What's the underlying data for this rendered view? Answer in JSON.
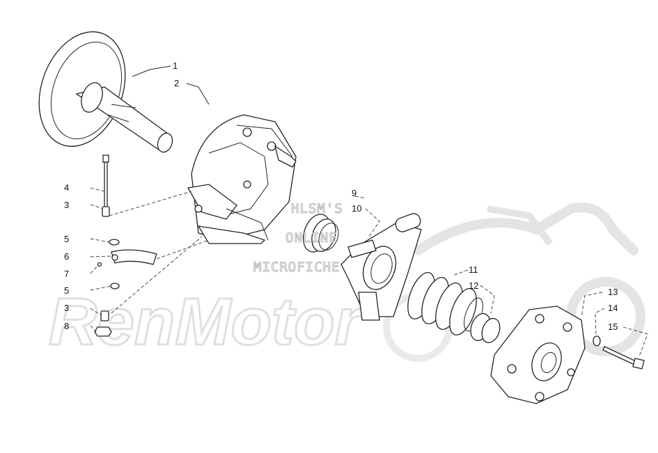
{
  "watermark": {
    "line1": "HLSM'S",
    "line2": "ONLINE",
    "line3": "MICROFICHE",
    "logo": "RenMotor"
  },
  "callouts": [
    {
      "id": "1",
      "label": "1"
    },
    {
      "id": "2",
      "label": "2"
    },
    {
      "id": "3a",
      "label": "3"
    },
    {
      "id": "4",
      "label": "4"
    },
    {
      "id": "5a",
      "label": "5"
    },
    {
      "id": "6",
      "label": "6"
    },
    {
      "id": "7",
      "label": "7"
    },
    {
      "id": "5b",
      "label": "5"
    },
    {
      "id": "3b",
      "label": "3"
    },
    {
      "id": "8",
      "label": "8"
    },
    {
      "id": "9",
      "label": "9"
    },
    {
      "id": "10",
      "label": "10"
    },
    {
      "id": "11",
      "label": "11"
    },
    {
      "id": "12",
      "label": "12"
    },
    {
      "id": "13",
      "label": "13"
    },
    {
      "id": "14",
      "label": "14"
    },
    {
      "id": "15",
      "label": "15"
    }
  ]
}
